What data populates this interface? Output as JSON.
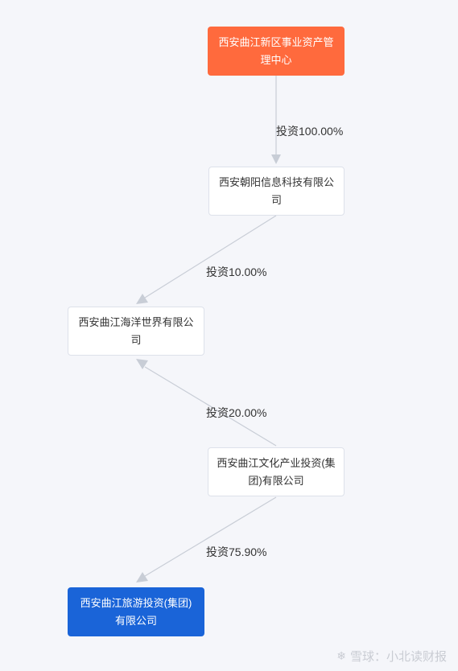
{
  "colors": {
    "root": "#ff6a3d",
    "focus": "#1a64d8",
    "edge": "#c8cdd6",
    "background": "#f5f6fa"
  },
  "nodes": {
    "n1": "西安曲江新区事业资产管理中心",
    "n2": "西安朝阳信息科技有限公司",
    "n3": "西安曲江海洋世界有限公司",
    "n4": "西安曲江文化产业投资(集团)有限公司",
    "n5": "西安曲江旅游投资(集团)有限公司"
  },
  "edges": {
    "e1": "投资100.00%",
    "e2": "投资10.00%",
    "e3": "投资20.00%",
    "e4": "投资75.90%"
  },
  "watermark": {
    "logo_icon": "snowball-icon",
    "text": "雪球：小北读财报"
  }
}
